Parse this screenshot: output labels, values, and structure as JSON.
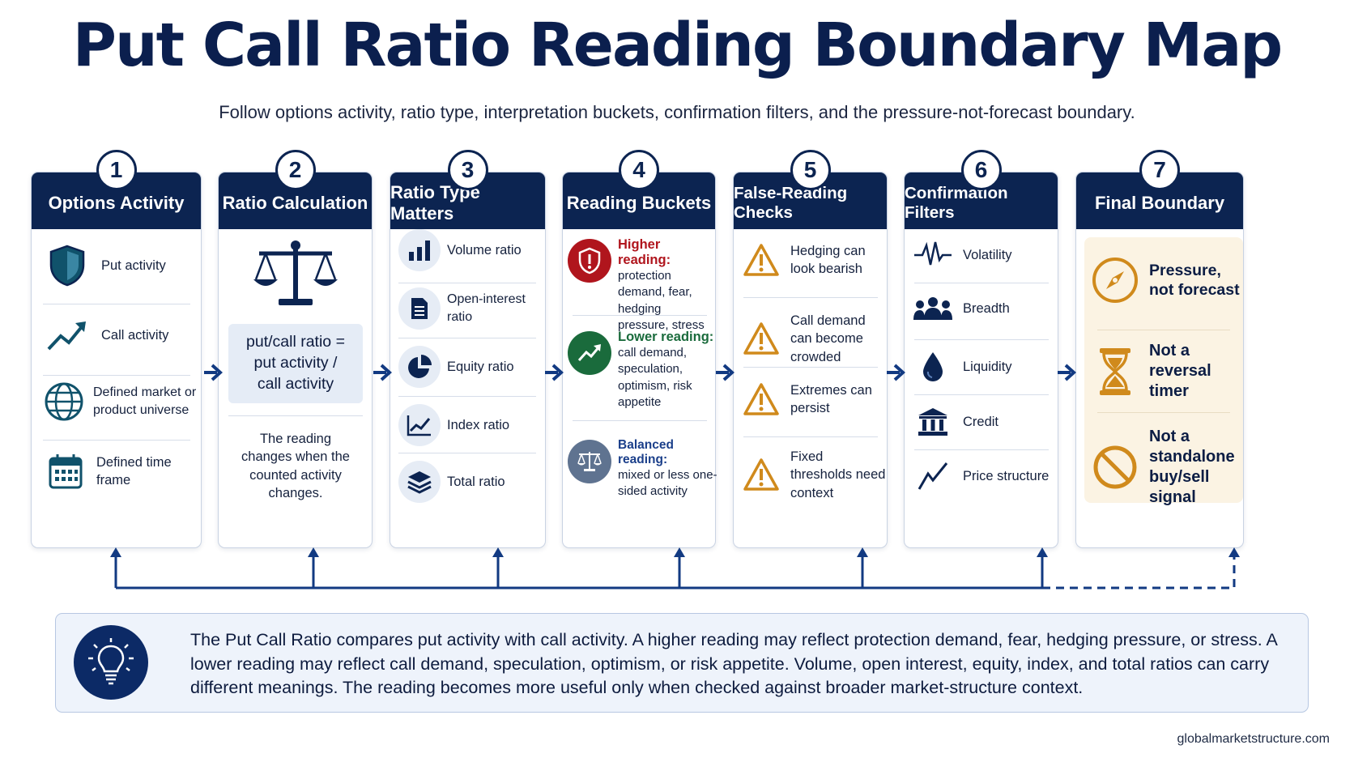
{
  "title": "Put Call Ratio Reading Boundary Map",
  "subtitle": "Follow options activity, ratio type, interpretation buckets, confirmation filters, and the pressure-not-forecast boundary.",
  "colors": {
    "navy": "#0c2451",
    "teal": "#10526b",
    "red": "#b0151d",
    "green": "#1a6b3c",
    "amber": "#d08a1c"
  },
  "panels": [
    {
      "number": "1",
      "title": "Options Activity",
      "items": [
        {
          "icon": "shield-icon",
          "label": "Put activity"
        },
        {
          "icon": "trend-up-icon",
          "label": "Call activity"
        },
        {
          "icon": "globe-icon",
          "label": "Defined market or product universe"
        },
        {
          "icon": "calendar-icon",
          "label": "Defined time frame"
        }
      ]
    },
    {
      "number": "2",
      "title": "Ratio Calculation",
      "icon": "scale-icon",
      "formula": "put/call ratio = put activity / call activity",
      "note": "The reading changes when the counted activity changes."
    },
    {
      "number": "3",
      "title": "Ratio Type Matters",
      "items": [
        {
          "icon": "bar-chart-icon",
          "label": "Volume ratio"
        },
        {
          "icon": "document-icon",
          "label": "Open-interest ratio"
        },
        {
          "icon": "pie-chart-icon",
          "label": "Equity ratio"
        },
        {
          "icon": "line-chart-icon",
          "label": "Index ratio"
        },
        {
          "icon": "layers-icon",
          "label": "Total ratio"
        }
      ]
    },
    {
      "number": "4",
      "title": "Reading Buckets",
      "buckets": [
        {
          "icon": "alert-shield-icon",
          "title": "Higher reading:",
          "text": "protection demand, fear, hedging pressure, stress"
        },
        {
          "icon": "trend-up-icon",
          "title": "Lower reading:",
          "text": "call demand, speculation, optimism, risk appetite"
        },
        {
          "icon": "scale-icon",
          "title": "Balanced reading:",
          "text": "mixed or less one-sided activity"
        }
      ]
    },
    {
      "number": "5",
      "title": "False-Reading Checks",
      "items": [
        {
          "icon": "warning-icon",
          "label": "Hedging can look bearish"
        },
        {
          "icon": "warning-icon",
          "label": "Call demand can become crowded"
        },
        {
          "icon": "warning-icon",
          "label": "Extremes can persist"
        },
        {
          "icon": "warning-icon",
          "label": "Fixed thresholds need context"
        }
      ]
    },
    {
      "number": "6",
      "title": "Confirmation Filters",
      "items": [
        {
          "icon": "pulse-icon",
          "label": "Volatility"
        },
        {
          "icon": "people-icon",
          "label": "Breadth"
        },
        {
          "icon": "droplet-icon",
          "label": "Liquidity"
        },
        {
          "icon": "bank-icon",
          "label": "Credit"
        },
        {
          "icon": "price-line-icon",
          "label": "Price structure"
        }
      ]
    },
    {
      "number": "7",
      "title": "Final Boundary",
      "items": [
        {
          "icon": "compass-icon",
          "label": "Pressure, not forecast"
        },
        {
          "icon": "hourglass-icon",
          "label": "Not a reversal timer"
        },
        {
          "icon": "prohibited-icon",
          "label": "Not a standalone buy/sell signal"
        }
      ]
    }
  ],
  "footer": {
    "icon": "lightbulb-icon",
    "text": "The Put Call Ratio compares put activity with call activity. A higher reading may reflect protection demand, fear, hedging pressure, or stress. A lower reading may reflect call demand, speculation, optimism, or risk appetite. Volume, open interest, equity, index, and total ratios can carry different meanings. The reading becomes more useful only when checked against broader market-structure context."
  },
  "source": "globalmarketstructure.com"
}
